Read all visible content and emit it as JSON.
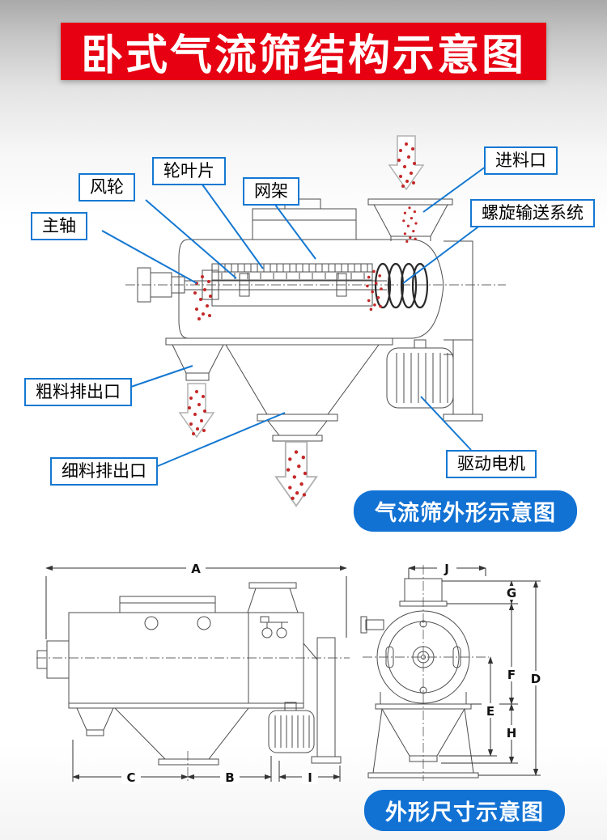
{
  "banner": {
    "title": "卧式气流筛结构示意图"
  },
  "callouts": {
    "fenglun": "风轮",
    "lunyepian": "轮叶片",
    "wangjia": "网架",
    "zhuzhou": "主轴",
    "jinliaokou": "进料口",
    "luoxuan": "螺旋输送系统",
    "culiao": "粗料排出口",
    "xiliao": "细料排出口",
    "diandongji": "驱动电机"
  },
  "captions": {
    "outline": "气流筛外形示意图",
    "size": "外形尺寸示意图"
  },
  "dims": {
    "A": "A",
    "B": "B",
    "C": "C",
    "I": "I",
    "J": "J",
    "G": "G",
    "F": "F",
    "E": "E",
    "H": "H",
    "D": "D"
  },
  "colors": {
    "banner_red": "#e60012",
    "accent_blue": "#1478d2",
    "particle_red": "#c42727"
  }
}
